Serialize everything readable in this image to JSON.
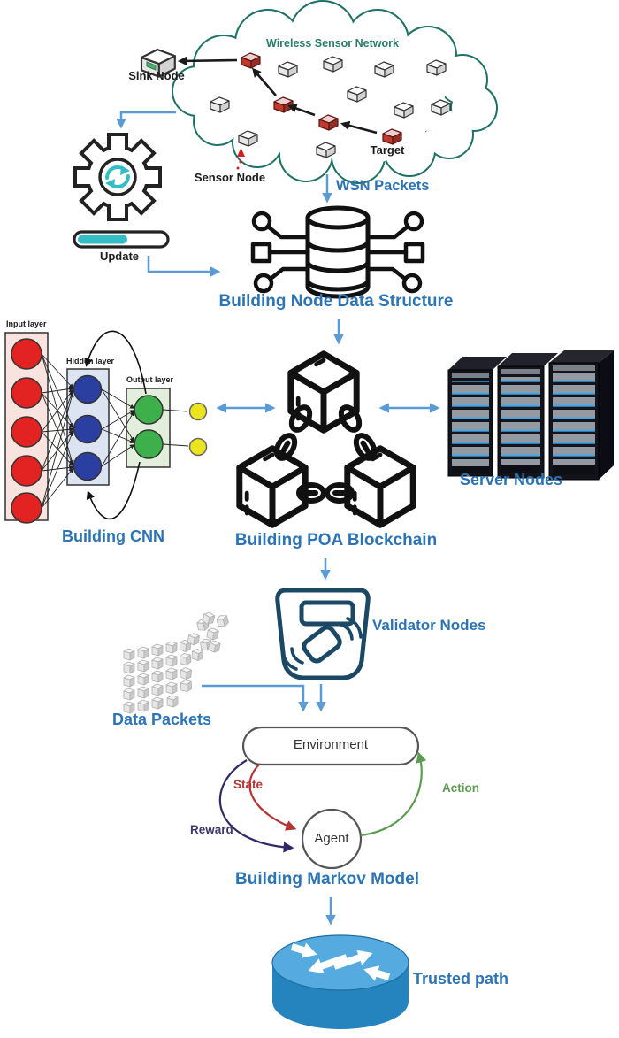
{
  "diagram": {
    "wsn": {
      "title": "Wireless Sensor Network",
      "sink_node": "Sink Node",
      "sensor_node": "Sensor Node",
      "target": "Target",
      "packets_label": "WSN Packets"
    },
    "update": {
      "label": "Update",
      "fill_ratio": 0.55
    },
    "node_data_structure_caption": "Building Node Data Structure",
    "cnn": {
      "input_layer": "Input layer",
      "hidden_layer": "Hidden layer",
      "output_layer": "Output layer",
      "caption": "Building CNN"
    },
    "blockchain_caption": "Building POA Blockchain",
    "server_caption": "Server Nodes",
    "validator_caption": "Validator Nodes",
    "data_packets_caption": "Data Packets",
    "markov": {
      "environment": "Environment",
      "agent": "Agent",
      "state": "State",
      "action": "Action",
      "reward": "Reward",
      "caption": "Building Markov Model"
    },
    "trusted_path_caption": "Trusted path"
  },
  "colors": {
    "caption_blue": "#2d74b5",
    "cloud_teal": "#2a7d6d",
    "connector_blue": "#5b9bd5",
    "sync_teal": "#35bdc7",
    "node_red": "#c0392b",
    "cnn_red": "#e32222",
    "cnn_blue": "#2b3fa0",
    "cnn_green": "#3daf4b",
    "cnn_yellow": "#ece41f",
    "validator_navy": "#1b4965",
    "state_red": "#b63434",
    "action_green": "#5d9b52",
    "reward_navy": "#3f3a70",
    "router_blue": "#2583bd"
  },
  "icons": [
    {
      "name": "wsn-cloud",
      "shape": "cloud outline"
    },
    {
      "name": "sink-node-icon",
      "shape": "3d box"
    },
    {
      "name": "sensor-node-icon",
      "shape": "3d box"
    },
    {
      "name": "gear-icon",
      "shape": "gear with sync arrows"
    },
    {
      "name": "update-progress-bar",
      "shape": "rounded bar partially filled"
    },
    {
      "name": "database-cluster-icon",
      "shape": "cylinder linked to circles and squares"
    },
    {
      "name": "neural-network-diagram",
      "shape": "layered colored circles"
    },
    {
      "name": "blockchain-icon",
      "shape": "three cubes linked by chains"
    },
    {
      "name": "server-racks-icon",
      "shape": "three dark server towers"
    },
    {
      "name": "validator-icon",
      "shape": "card reader with contactless card"
    },
    {
      "name": "data-cubes-icon",
      "shape": "scattered small 3d cubes"
    },
    {
      "name": "markov-loop-diagram",
      "shape": "environment-agent feedback loop"
    },
    {
      "name": "router-icon",
      "shape": "blue cylinder with crossing arrows"
    }
  ]
}
